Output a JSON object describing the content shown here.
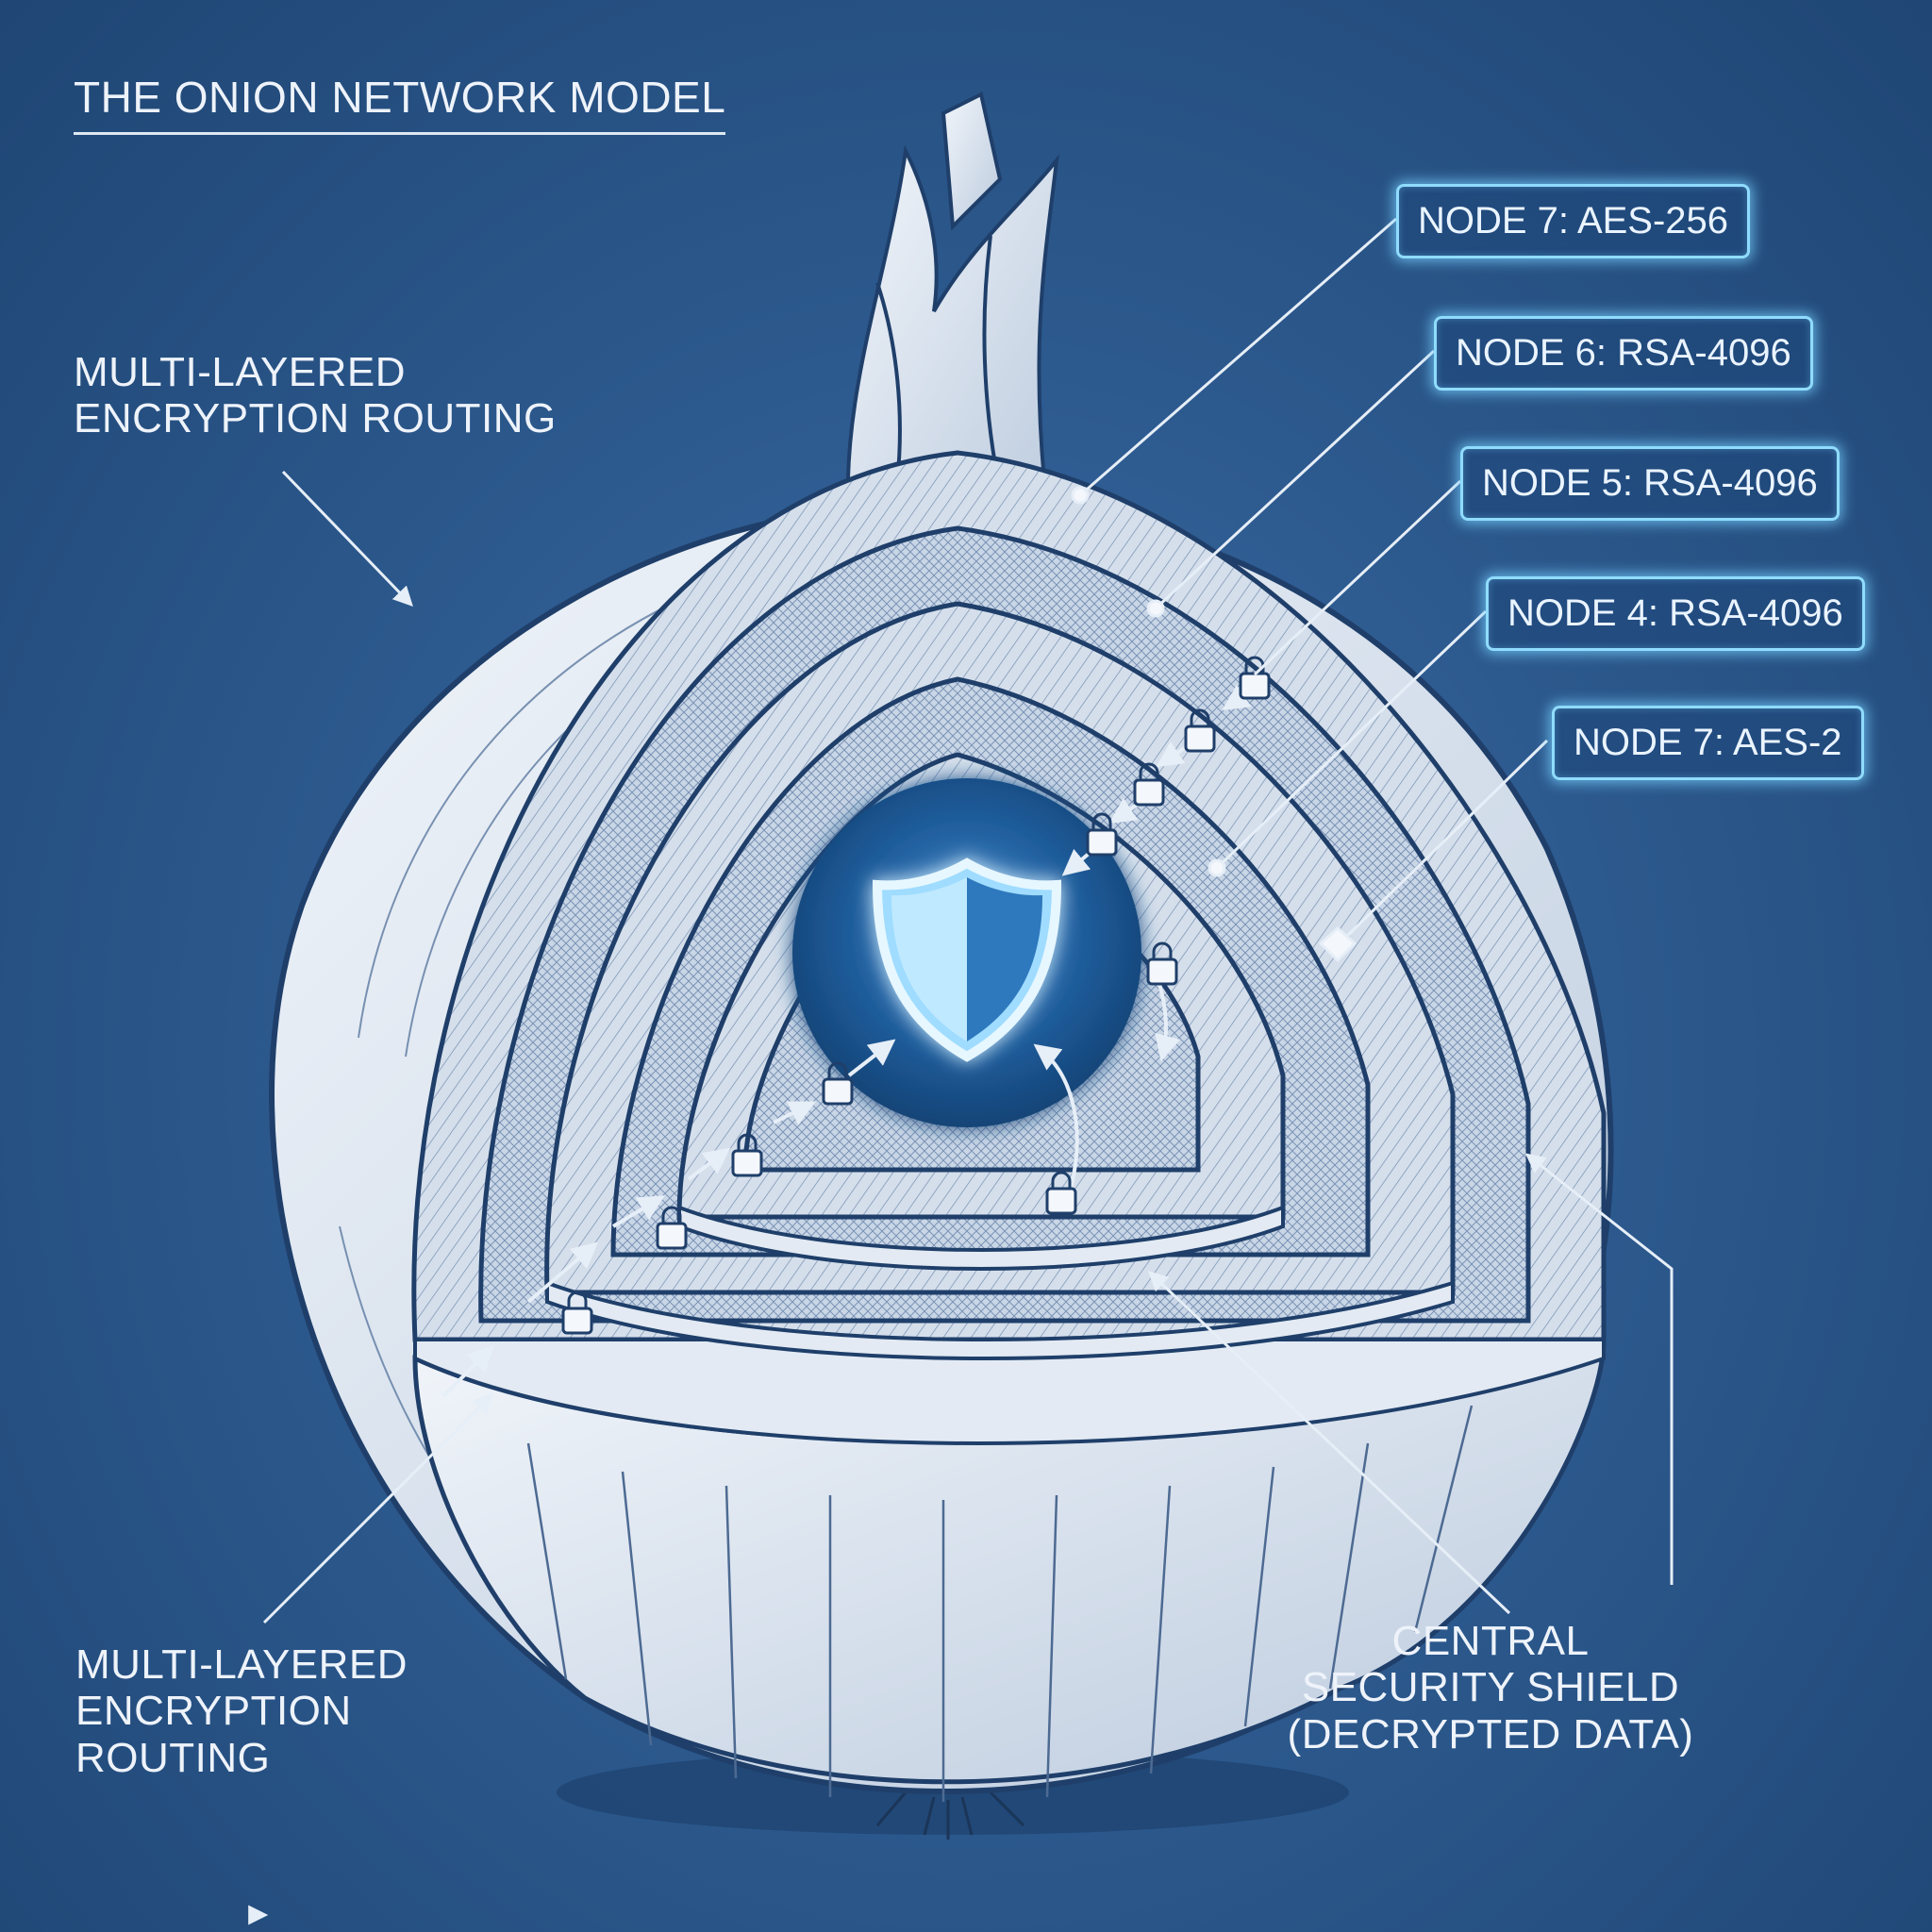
{
  "title": "THE ONION NETWORK MODEL",
  "labels": {
    "top_left": [
      "MULTI-LAYERED",
      "ENCRYPTION ROUTING"
    ],
    "bottom_left": [
      "MULTI-LAYERED",
      "ENCRYPTION",
      "ROUTING"
    ],
    "bottom_right": [
      "CENTRAL",
      "SECURITY SHIELD",
      "(DECRYPTED DATA)"
    ]
  },
  "nodes": [
    {
      "label": "NODE 7: AES-256"
    },
    {
      "label": "NODE 6: RSA-4096"
    },
    {
      "label": "NODE 5: RSA-4096"
    },
    {
      "label": "NODE 4: RSA-4096"
    },
    {
      "label": "NODE 7: AES-2"
    }
  ],
  "colors": {
    "background": "#2d5a8f",
    "onion_fill": "#dbe4ef",
    "line_art": "#1f3f6a",
    "glow": "#8fdcff",
    "shield_fill": "#5fc0f0"
  },
  "icons": [
    "lock-icon",
    "shield-icon",
    "arrow-icon"
  ]
}
